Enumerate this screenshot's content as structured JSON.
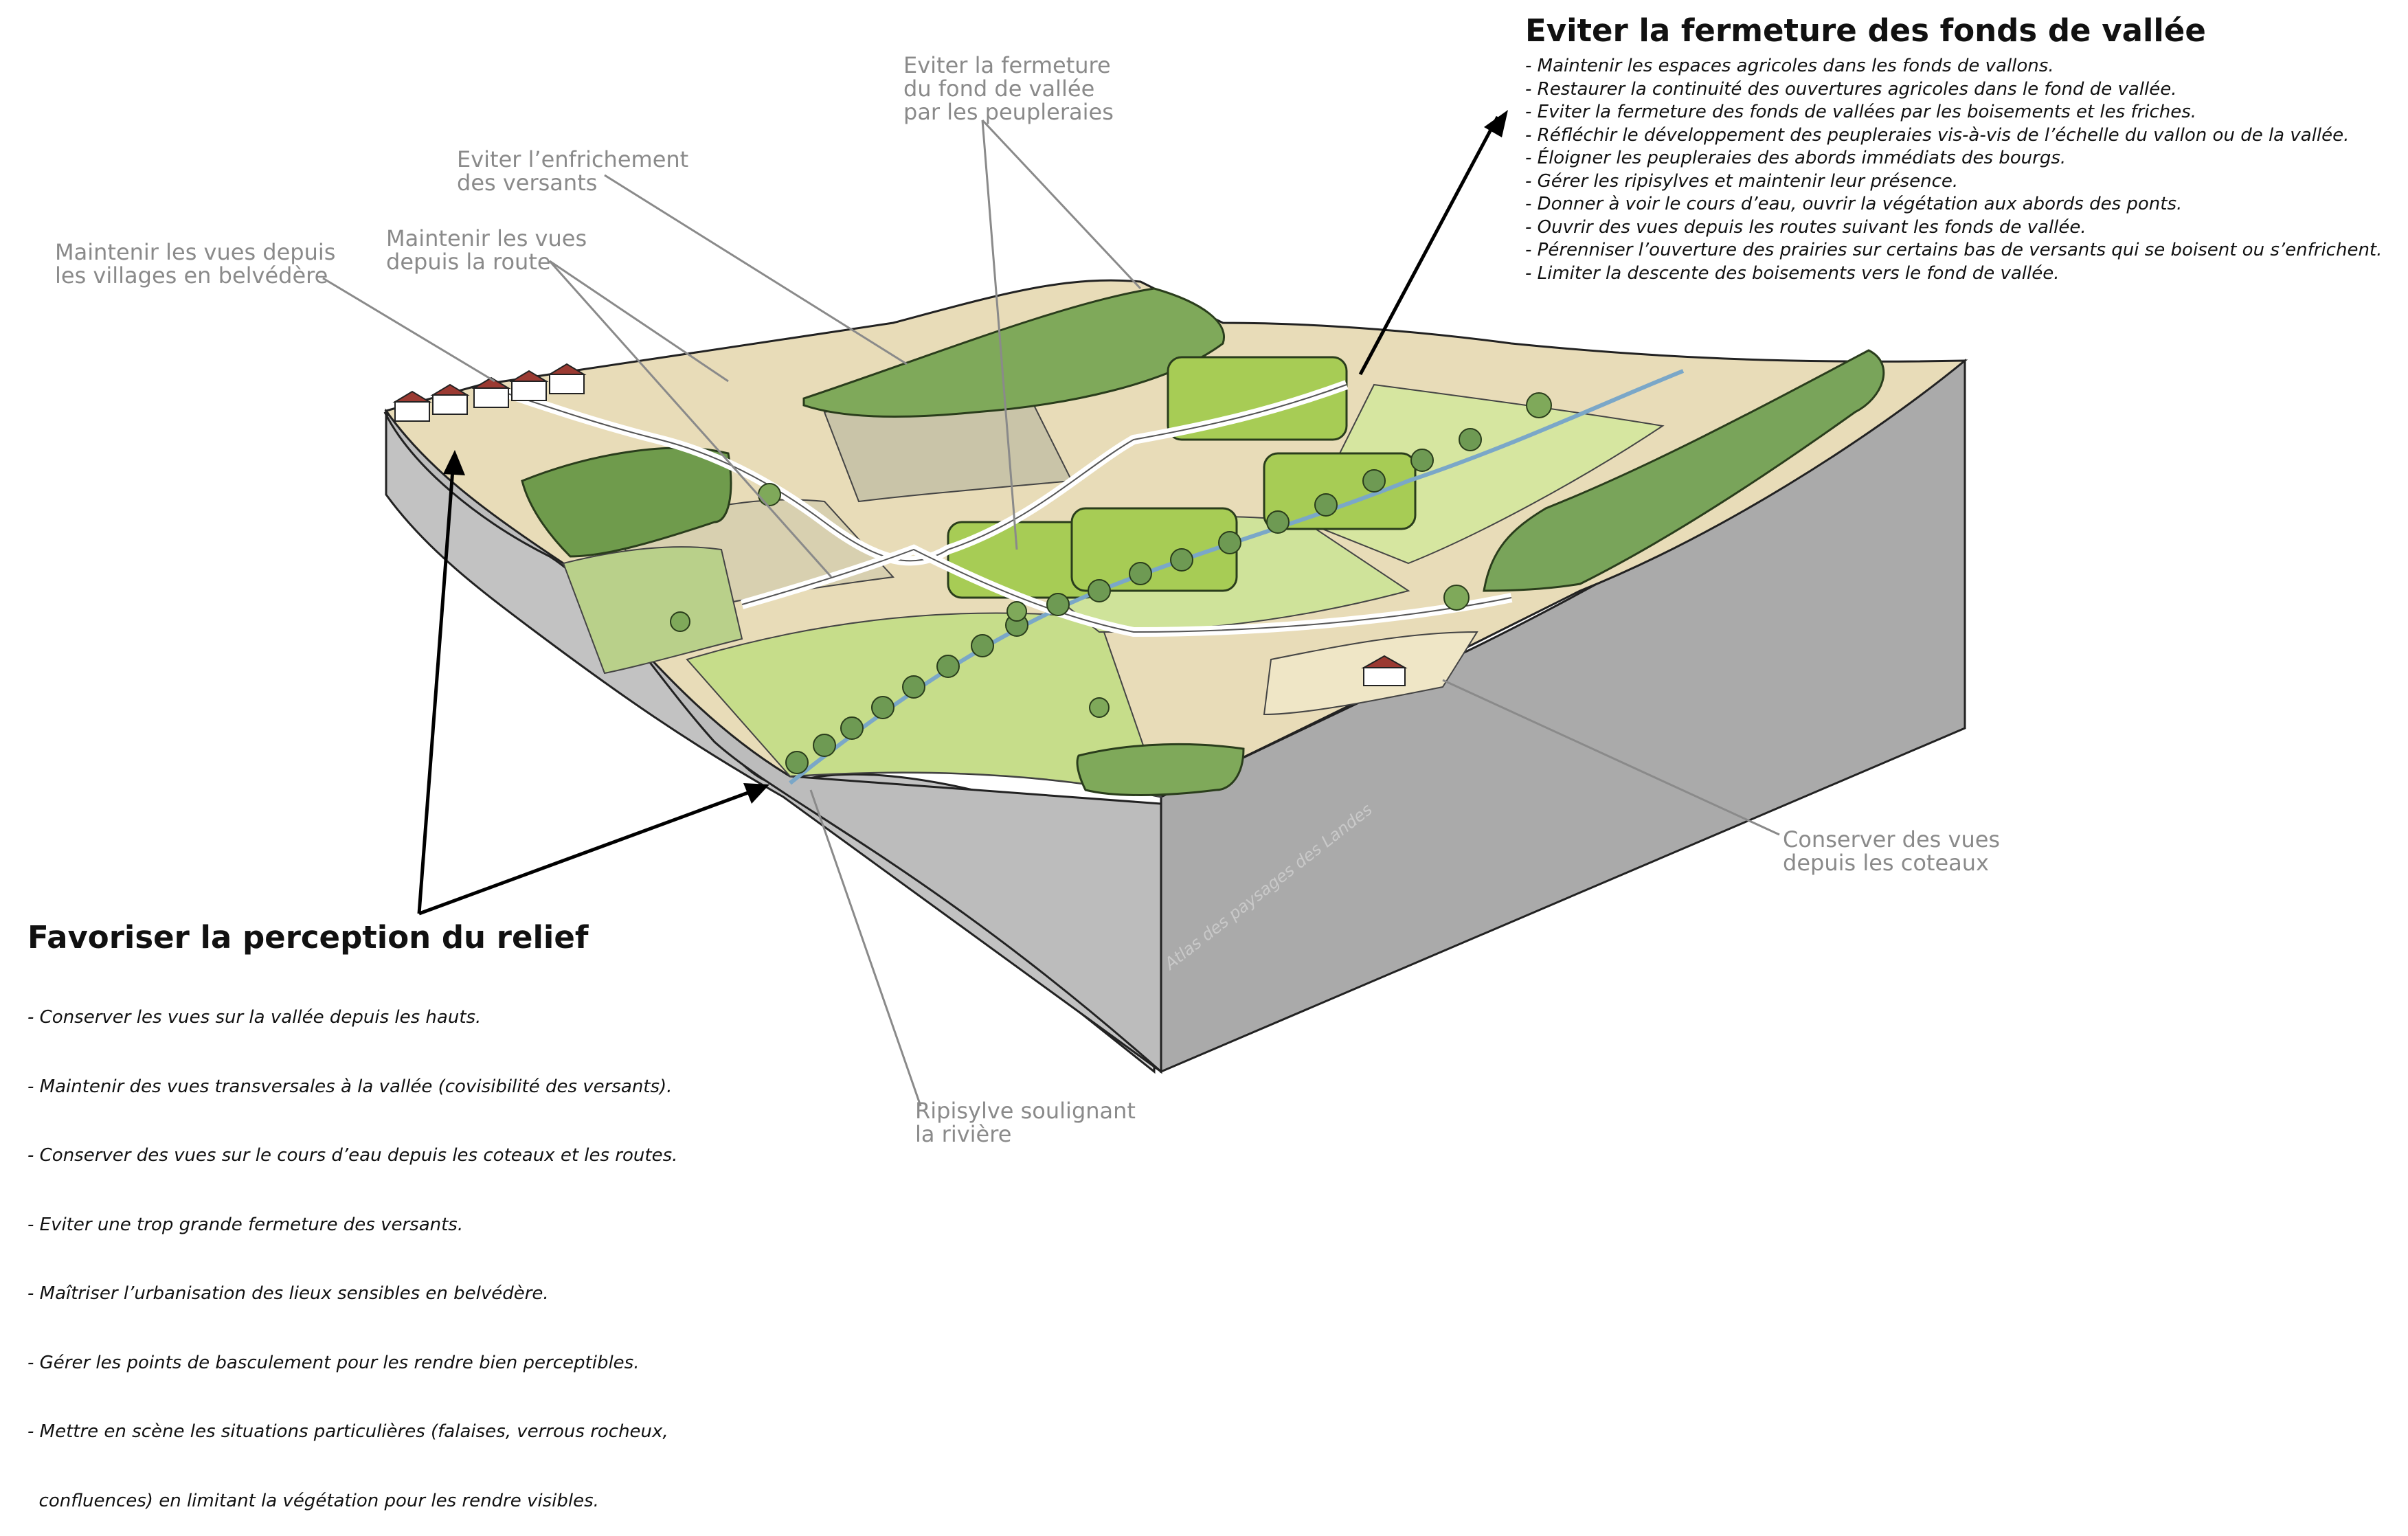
{
  "title_right": "Eviter la fermeture des fonds de vallée",
  "list_right": [
    "- Maintenir les espaces agricoles dans les fonds de vallons.",
    "- Restaurer la continuité des ouvertures agricoles dans le fond de vallée.",
    "- Eviter la fermeture des fonds de vallées par les boisements et les friches.",
    "- Réfléchir le développement des peupleraies vis-à-vis de l’échelle du vallon ou de la vallée.",
    "- Éloigner les peupleraies des abords immédiats des bourgs.",
    "- Gérer les ripisylves et maintenir leur présence.",
    "- Donner à voir le cours d’eau, ouvrir la végétation aux abords des ponts.",
    "- Ouvrir des vues depuis les routes suivant les fonds de vallée.",
    "- Pérenniser l’ouverture des prairies sur certains bas de versants qui se boisent ou s’enfrichent.",
    "- Limiter la descente des boisements vers le fond de vallée."
  ],
  "title_left": "Favoriser la perception du relief",
  "list_left": [
    "- Conserver les vues sur la vallée depuis les hauts.",
    "- Maintenir des vues transversales à la vallée (covisibilité des versants).",
    "- Conserver des vues sur le cours d’eau depuis les coteaux et les routes.",
    "- Eviter une trop grande fermeture des versants.",
    "- Maîtriser l’urbanisation des lieux sensibles en belvédère.",
    "- Gérer les points de basculement pour les rendre bien perceptibles.",
    "- Mettre en scène les situations particulières (falaises, verrous rocheux,",
    "  confluences) en limitant la végétation pour les rendre visibles."
  ],
  "labels": {
    "peupleraies": [
      "Eviter la fermeture",
      "du fond de vallée",
      "par les peupleraies"
    ],
    "enfrichement": [
      "Eviter l’enfrichement",
      "des versants"
    ],
    "vues_villages": [
      "Maintenir les vues depuis",
      "les villages en belvédère"
    ],
    "vues_route": [
      "Maintenir les vues",
      "depuis la route"
    ],
    "coteaux": [
      "Conserver des vues",
      "depuis les coteaux"
    ],
    "ripisylve": [
      "Ripisylve soulignant",
      "la rivière"
    ]
  },
  "watermark": "Atlas des paysages des Landes",
  "colors": {
    "block_side": "#c4c4c4",
    "block_front": "#a9a9a9",
    "forest": "#6f9b4c",
    "meadow": "#c6dd8a",
    "crop": "#e8dcb8",
    "road": "#ffffff",
    "annotation_line": "#8a8a8a",
    "pointer_line": "#000000"
  }
}
